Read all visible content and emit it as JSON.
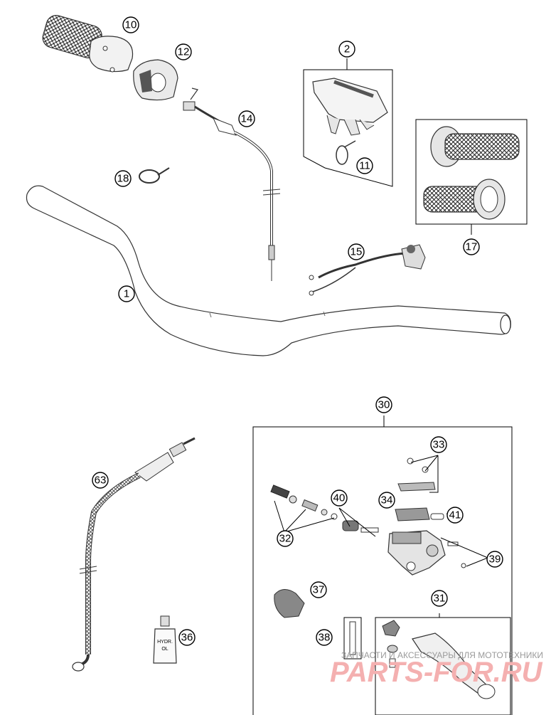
{
  "callouts": {
    "c1": "1",
    "c2": "2",
    "c10": "10",
    "c11": "11",
    "c12": "12",
    "c14": "14",
    "c15": "15",
    "c17": "17",
    "c18": "18",
    "c30": "30",
    "c31": "31",
    "c32": "32",
    "c33": "33",
    "c34": "34",
    "c36": "36",
    "c37": "37",
    "c38": "38",
    "c39": "39",
    "c40": "40",
    "c41": "41",
    "c63": "63"
  },
  "labels": {
    "oil_bottle_line1": "HYDR.",
    "oil_bottle_line2": "OL"
  },
  "watermark": {
    "line1": "ЗАПЧАСТИ И АКСЕССУАРЫ ДЛЯ МОТОТЕХНИКИ",
    "line2": "PARTS-FOR.RU"
  }
}
